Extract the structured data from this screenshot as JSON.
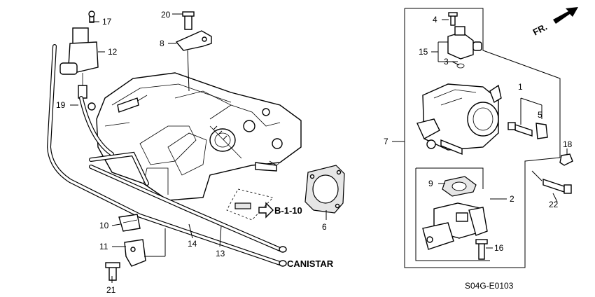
{
  "callouts": {
    "c1": "1",
    "c2": "2",
    "c3": "3",
    "c4": "4",
    "c5": "5",
    "c6": "6",
    "c7": "7",
    "c8": "8",
    "c9": "9",
    "c10": "10",
    "c11": "11",
    "c12": "12",
    "c13": "13",
    "c14": "14",
    "c15": "15",
    "c16": "16",
    "c17": "17",
    "c18": "18",
    "c19": "19",
    "c20": "20",
    "c21": "21",
    "c22": "22"
  },
  "reference": "B-1-10",
  "canister_label": "CANISTAR",
  "direction_label": "FR.",
  "diagram_code": "S04G-E0103"
}
